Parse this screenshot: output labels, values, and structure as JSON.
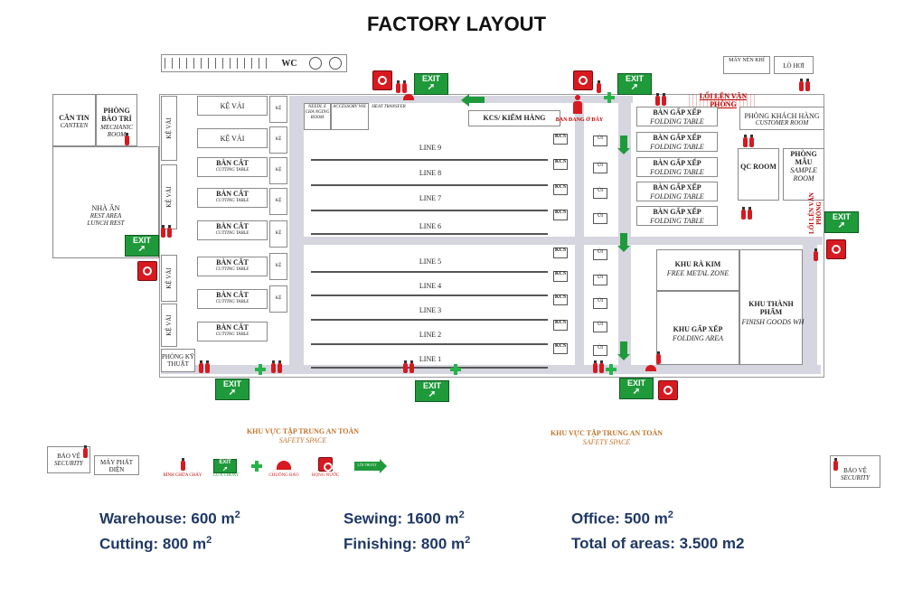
{
  "title": "FACTORY LAYOUT",
  "top": {
    "wc": "WC",
    "may_nen_khi": "MÁY NÉN KHÍ",
    "lo_hoi": "LÒ HƠI"
  },
  "left": {
    "can_tin": "CĂN TIN",
    "canteen": "CANTEEN",
    "phong_bao_tri": "PHÒNG BẢO TRÌ",
    "mechanic_room": "MECHANIC ROOM",
    "nha_an": "NHÀ ĂN",
    "rest_area": "REST AREA",
    "lunch_rest": "LUNCH REST"
  },
  "warehouse": {
    "ke_vai": "KỆ VẢI",
    "ban_cat": "BÀN CẮT",
    "cutting_table": "CUTTING TABLE",
    "phong_ky_thuat": "PHÒNG KỸ THUẬT",
    "ke": "KỆ"
  },
  "sewing": {
    "needle_room": "NEEDL E CHA NGING ROOM",
    "accessory_wh": "ACCESSORY WH.",
    "heat_transfer": "HEAT TRANSFER",
    "kcs_kiem_hang": "KCS/ KIỂM HÀNG",
    "ban_dang_o_day": "BẠN ĐANG Ở ĐÂY",
    "lines": [
      "LINE 9",
      "LINE 8",
      "LINE 7",
      "LINE 6",
      "LINE 5",
      "LINE 4",
      "LINE 3",
      "LINE 2",
      "LINE 1"
    ],
    "kcs": "KCS",
    "ui": "ỦI"
  },
  "office": {
    "loi_len_van_phong": "LỐI LÊN VĂN PHÒNG",
    "ban_gap_xep": "BÀN GẤP XẾP",
    "folding_table": "FOLDING TABLE",
    "phong_khach_hang": "PHÒNG KHÁCH HÀNG",
    "customer_room": "CUSTOMER ROOM",
    "qc_room": "QC ROOM",
    "phong_mau": "PHÒNG MẪU",
    "sample_room": "SAMPLE ROOM"
  },
  "finishing": {
    "khu_ra_kim": "KHU RÀ KIM",
    "free_metal_zone": "FREE METAL ZONE",
    "khu_gap_xep": "KHU GẤP XẾP",
    "folding_area": "FOLDING AREA",
    "khu_thanh_pham": "KHU THÀNH PHẨM",
    "finish_goods_wh": "FINISH GOODS WH"
  },
  "exit_label": "EXIT",
  "safety": {
    "khu_vuc": "KHU VỰC TẬP TRUNG AN TOÀN",
    "safety_space": "SAFETY SPACE"
  },
  "bottom": {
    "bao_ve": "BẢO VỆ",
    "security": "SECURITY",
    "may_phat_dien": "MÁY PHÁT ĐIỆN"
  },
  "legend": {
    "binh_chua_chay": "BÌNH CHỮA CHÁY",
    "cua_thoat": "CỬA THOÁT",
    "chuong_bao": "CHUÔNG BÁO",
    "hong_nuoc": "HỌNG NƯỚC",
    "loi_thoat": "LỐI THOÁT"
  },
  "areas": {
    "warehouse": {
      "label": "Warehouse: 600 m",
      "sup": "2"
    },
    "cutting": {
      "label": "Cutting: 800 m",
      "sup": "2"
    },
    "sewing": {
      "label": "Sewing: 1600 m",
      "sup": "2"
    },
    "finishing": {
      "label": "Finishing: 800 m",
      "sup": "2"
    },
    "office": {
      "label": "Office: 500 m",
      "sup": "2"
    },
    "total": {
      "label": "Total of areas: 3.500 m2"
    }
  },
  "colors": {
    "exit_green": "#1f9a3a",
    "fire_red": "#d71920",
    "aisle": "#d6d6e0",
    "stats_blue": "#1f3864"
  }
}
